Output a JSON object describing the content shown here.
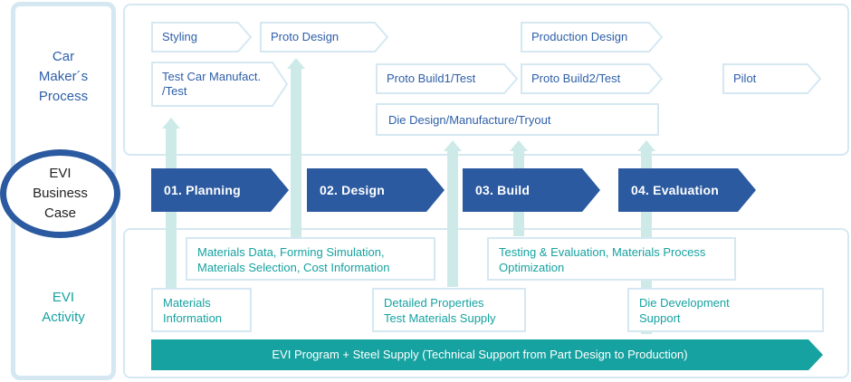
{
  "left": {
    "maker_process": [
      "Car",
      "Maker´s",
      "Process"
    ],
    "business_case": [
      "EVI",
      "Business",
      "Case"
    ],
    "evi_activity": [
      "EVI",
      "Activity"
    ]
  },
  "process": {
    "styling": "Styling",
    "proto_design": "Proto Design",
    "production_design": "Production Design",
    "test_car": [
      "Test Car Manufact.",
      "/Test"
    ],
    "proto_build1": "Proto Build1/Test",
    "proto_build2": "Proto Build2/Test",
    "pilot": "Pilot",
    "die_design": "Die Design/Manufacture/Tryout"
  },
  "phases": [
    "01. Planning",
    "02. Design",
    "03. Build",
    "04. Evaluation"
  ],
  "activities": {
    "materials_data": [
      "Materials Data, Forming Simulation,",
      "Materials Selection, Cost Information"
    ],
    "testing_eval": [
      "Testing & Evaluation, Materials Process",
      "Optimization"
    ],
    "materials_info": [
      "Materials",
      "Information"
    ],
    "detailed_props": [
      "Detailed Properties",
      "Test Materials Supply"
    ],
    "die_dev": [
      "Die Development",
      "Support"
    ]
  },
  "banner": "EVI Program + Steel Supply (Technical Support from Part Design to Production)",
  "colors": {
    "navy": "#2b5aa0",
    "teal": "#16a2a0",
    "light_border": "#d5e8f2",
    "connector": "#cdeae8"
  }
}
